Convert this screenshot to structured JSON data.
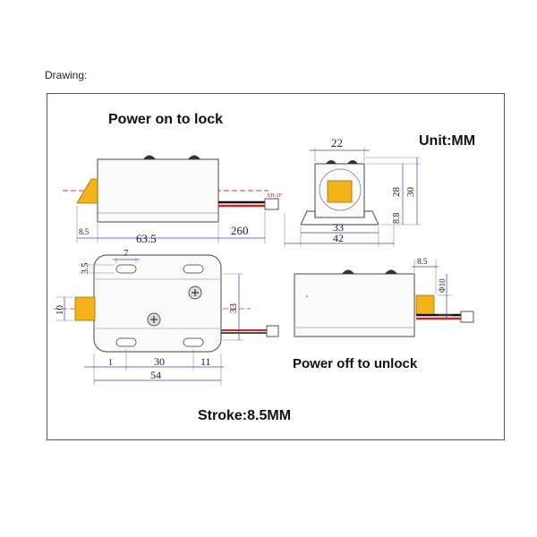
{
  "caption": "Drawing:",
  "headings": {
    "lock": "Power on to lock",
    "unit": "Unit:MM",
    "unlock": "Power off to unlock",
    "stroke": "Stroke:8.5MM"
  },
  "dimensions": {
    "top_left": {
      "bolt": "8.5",
      "length": "63.5",
      "wire": "260",
      "connector": "XH-2P"
    },
    "top_right": {
      "width": "22",
      "height_body": "28",
      "height_total": "30",
      "bolt_height": "8.8",
      "base_inner": "33",
      "base_outer": "42"
    },
    "bottom_left": {
      "slot": "7",
      "edge": "3.5",
      "bolt": "10",
      "height": "33",
      "offset": "1",
      "hole_spacing": "30",
      "hole_edge": "11",
      "width": "54"
    },
    "bottom_right": {
      "stroke": "8.5",
      "bolt": "Φ10"
    }
  },
  "colors": {
    "bolt": "#f5b31a",
    "centerline": "#e0302a",
    "wire_red": "#d8211c",
    "wire_black": "#111111",
    "line": "#555555",
    "dim": "#3b3bd6"
  }
}
